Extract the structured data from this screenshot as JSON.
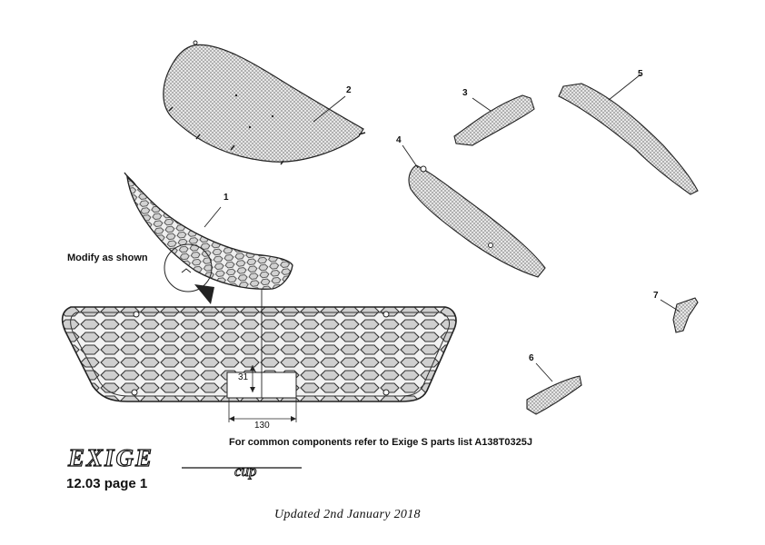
{
  "parts": [
    {
      "number": "1"
    },
    {
      "number": "2"
    },
    {
      "number": "3"
    },
    {
      "number": "4"
    },
    {
      "number": "5"
    },
    {
      "number": "6"
    },
    {
      "number": "7"
    }
  ],
  "modify_note": "Modify as shown",
  "dimensions": {
    "height": "31",
    "width": "130"
  },
  "common_note": "For common components refer to Exige S parts list A138T0325J",
  "logo": {
    "brand": "EXIGE",
    "variant": "cup"
  },
  "page_ref": "12.03 page 1",
  "updated": "Updated 2nd January 2018",
  "colors": {
    "line": "#222222",
    "mesh": "#9a9a9a",
    "grille_fill": "#d9d9d9"
  }
}
